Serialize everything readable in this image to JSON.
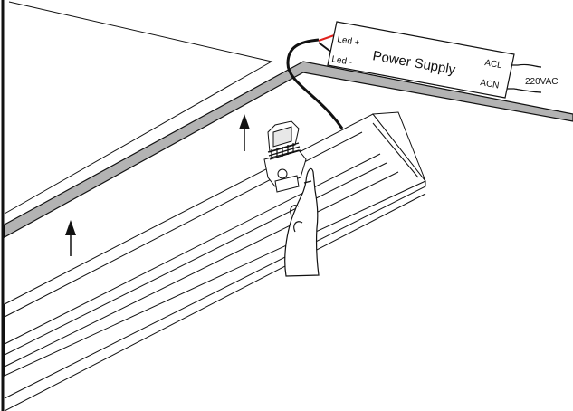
{
  "power_supply": {
    "title": "Power Supply",
    "led_plus": "Led +",
    "led_minus": "Led -",
    "acl": "ACL",
    "acn": "ACN"
  },
  "input_voltage": "220VAC",
  "colors": {
    "line": "#111111",
    "ceiling_edge": "#b3b3b3",
    "led_plus_wire": "#e0201c",
    "wire": "#111111"
  }
}
